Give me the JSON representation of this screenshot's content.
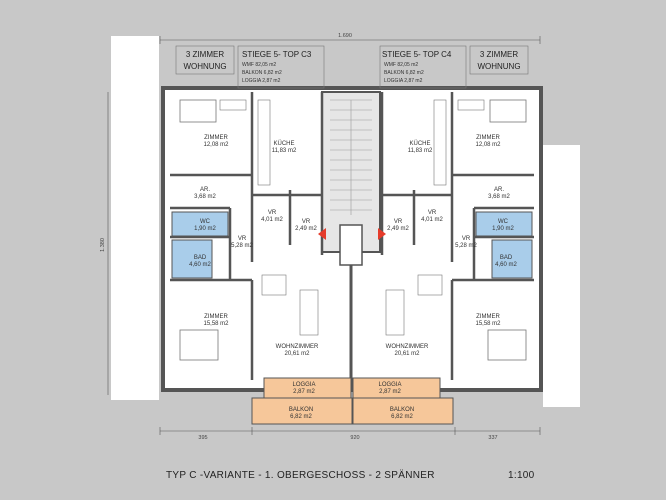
{
  "dims": {
    "top": "1.690",
    "left": "1.380",
    "bottom_left": "395",
    "bottom_mid": "920",
    "bottom_right": "337"
  },
  "left_unit": {
    "type_line1": "3 ZIMMER",
    "type_line2": "WOHNUNG",
    "stair": "STIEGE 5- TOP C3",
    "wmf": "WMF    82,05 m2",
    "balkon": "BALKON 6,82 m2",
    "loggia": "LOGGIA 2,87 m2",
    "rooms": {
      "zimmer1": "ZIMMER",
      "zimmer1_area": "12,08 m2",
      "kueche": "KÜCHE",
      "kueche_area": "11,83 m2",
      "ar": "AR.",
      "ar_area": "3,68 m2",
      "vr1": "VR",
      "vr1_area": "4,01 m2",
      "vr2": "VR",
      "vr2_area": "2,49 m2",
      "wc": "WC",
      "wc_area": "1,90 m2",
      "vr3": "VR",
      "vr3_area": "5,28 m2",
      "bad": "BAD",
      "bad_area": "4,60 m2",
      "zimmer2": "ZIMMER",
      "zimmer2_area": "15,58 m2",
      "wohn": "WOHNZIMMER",
      "wohn_area": "20,61 m2",
      "loggia": "LOGGIA",
      "loggia_area": "2,87 m2",
      "balkon": "BALKON",
      "balkon_area": "6,82 m2"
    }
  },
  "right_unit": {
    "type_line1": "3 ZIMMER",
    "type_line2": "WOHNUNG",
    "stair": "STIEGE 5- TOP C4",
    "wmf": "WMF    82,05 m2",
    "balkon": "BALKON 6,82 m2",
    "loggia": "LOGGIA 2,87 m2",
    "rooms": {
      "zimmer1": "ZIMMER",
      "zimmer1_area": "12,08 m2",
      "kueche": "KÜCHE",
      "kueche_area": "11,83 m2",
      "ar": "AR.",
      "ar_area": "3,68 m2",
      "vr1": "VR",
      "vr1_area": "4,01 m2",
      "vr2": "VR",
      "vr2_area": "2,49 m2",
      "wc": "WC",
      "wc_area": "1,90 m2",
      "vr3": "VR",
      "vr3_area": "5,28 m2",
      "bad": "BAD",
      "bad_area": "4,60 m2",
      "zimmer2": "ZIMMER",
      "zimmer2_area": "15,58 m2",
      "wohn": "WOHNZIMMER",
      "wohn_area": "20,61 m2",
      "loggia": "LOGGIA",
      "loggia_area": "2,87 m2",
      "balkon": "BALKON",
      "balkon_area": "6,82 m2"
    }
  },
  "footer": {
    "title": "TYP C -VARIANTE - 1. OBERGESCHOSS - 2 SPÄNNER",
    "scale": "1:100"
  },
  "colors": {
    "wet_room": "#a9cdea",
    "balcony": "#f6c79a",
    "wall": "#555555",
    "floor": "#ffffff",
    "background": "#c8c8c8"
  }
}
